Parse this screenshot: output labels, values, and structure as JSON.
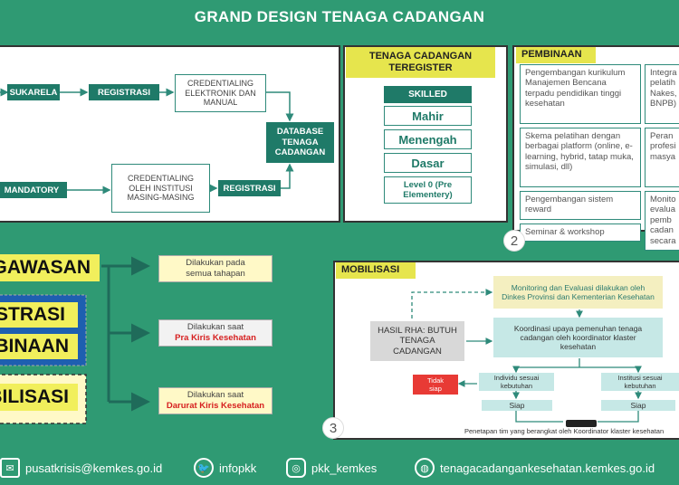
{
  "title": "GRAND DESIGN TENAGA CADANGAN",
  "registration_flow": {
    "sukarela": "SUKARELA",
    "registrasi_top": "REGISTRASI",
    "credentialing_top": "CREDENTIALING ELEKTRONIK DAN MANUAL",
    "database": "DATABASE TENAGA CADANGAN",
    "mandatory": "MANDATORY",
    "credentialing_bottom": "CREDENTIALING OLEH INSTITUSI MASING-MASING",
    "registrasi_bottom": "REGISTRASI"
  },
  "teregister": {
    "header": "TENAGA CADANGAN TEREGISTER",
    "skilled": "SKILLED",
    "levels": [
      "Mahir",
      "Menengah",
      "Dasar"
    ],
    "level0": "Level 0 (Pre Elementery)"
  },
  "pembinaan": {
    "header": "PEMBINAAN",
    "cells_left": [
      "Pengembangan kurikulum Manajemen Bencana terpadu pendidikan tinggi kesehatan",
      "Skema pelatihan dengan berbagai platform (online, e-learning, hybrid, tatap muka, simulasi, dll)",
      "Pengembangan sistem reward",
      "Seminar & workshop"
    ],
    "cells_right": [
      "Integra pelatih Nakes, BNPB)",
      "Peran profesi masya",
      "Monito evalua pemb cadan secara"
    ],
    "number": "2"
  },
  "stages": {
    "items": [
      "GAWASAN",
      "GISTRASI",
      "MBINAAN",
      "BILISASI"
    ],
    "note1": "Dilakukan pada semua tahapan",
    "note2_line1": "Dilakukan saat",
    "note2_line2": "Pra Kiris Kesehatan",
    "note3_line1": "Dilakukan saat",
    "note3_line2": "Darurat Kiris Kesehatan",
    "number": "3"
  },
  "mobilisasi": {
    "header": "MOBILISASI",
    "monitoring": "Monitoring dan Evaluasi dilakukan oleh Dinkes Provinsi dan Kementerian Kesehatan",
    "hasil": "HASIL RHA: BUTUH TENAGA CADANGAN",
    "koordinasi": "Koordinasi upaya pemenuhan tenaga cadangan oleh koordinator klaster kesehatan",
    "individu": "Individu sesuai kebutuhan",
    "institusi": "Institusi sesuai kebutuhan",
    "tidak_siap": "Tidak siap",
    "siap_left": "Siap",
    "siap_right": "Siap",
    "penetapan": "Penetapan tim yang berangkat oleh Koordinator klaster kesehatan"
  },
  "footer": {
    "email": "pusatkrisis@kemkes.go.id",
    "twitter": "infopkk",
    "instagram": "pkk_kemkes",
    "website": "tenagacadangankesehatan.kemkes.go.id"
  },
  "colors": {
    "background": "#2f9a73",
    "teal": "#1f7a68",
    "yellow": "#f1ef5c",
    "red": "#d61f1f"
  }
}
